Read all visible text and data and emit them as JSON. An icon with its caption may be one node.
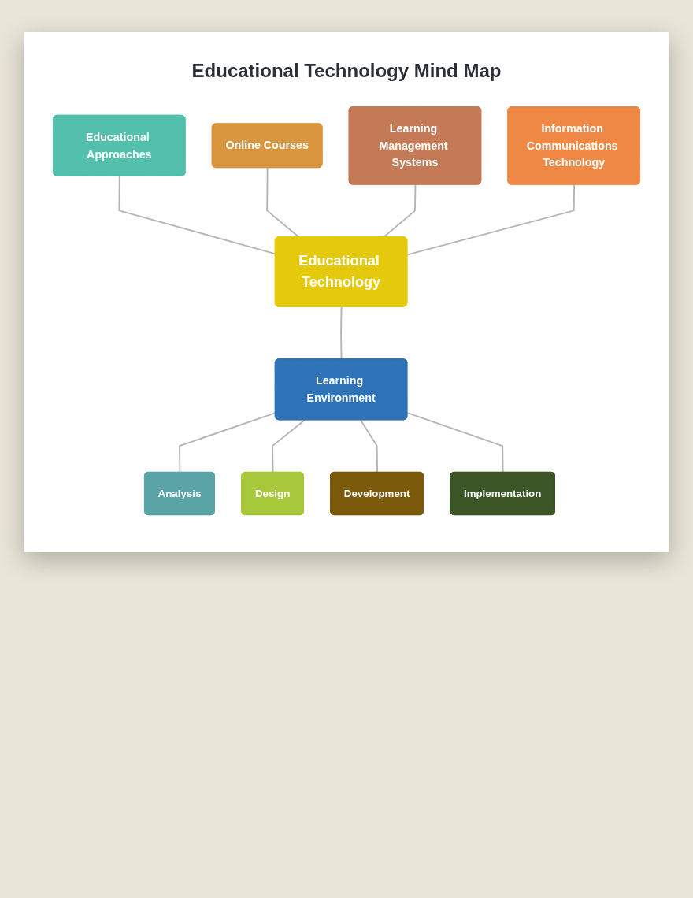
{
  "diagram": {
    "title": "Educational Technology Mind Map",
    "nodes": [
      {
        "text": [
          "Educational Approaches"
        ]
      },
      {
        "text": [
          "Online Courses"
        ]
      },
      {
        "text": [
          "Educational Technology"
        ]
      },
      {
        "text": [
          "Learning Management Systems"
        ]
      },
      {
        "text": [
          "Information Communications Technology"
        ]
      },
      {
        "text": [
          "Learning Environment"
        ]
      },
      {
        "text": [
          "Analysis"
        ]
      },
      {
        "text": [
          "Design"
        ]
      },
      {
        "text": [
          "Development"
        ]
      },
      {
        "text": [
          "Implementation"
        ]
      }
    ],
    "edges": [
      {
        "from": 0,
        "to": 2,
        "arrow": "none"
      },
      {
        "from": 1,
        "to": 2,
        "arrow": "none"
      },
      {
        "from": 3,
        "to": 2,
        "arrow": "none"
      },
      {
        "from": 4,
        "to": 2,
        "arrow": "none"
      },
      {
        "from": 2,
        "to": 5,
        "arrow": "none"
      },
      {
        "from": 5,
        "to": 6,
        "arrow": "none"
      },
      {
        "from": 5,
        "to": 7,
        "arrow": "none"
      },
      {
        "from": 5,
        "to": 8,
        "arrow": "none"
      },
      {
        "from": 5,
        "to": 9,
        "arrow": "none"
      }
    ]
  }
}
